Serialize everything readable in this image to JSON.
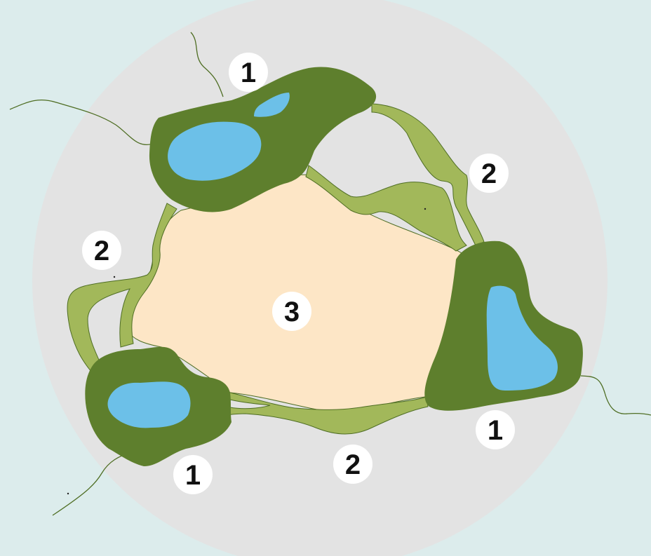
{
  "colors": {
    "background": "#dcecec",
    "circle": "#e3e3e3",
    "core_patch": "#5e7f2d",
    "corridor": "#a2b85a",
    "matrix": "#fde6c6",
    "water": "#6cc0e8",
    "stream": "#4f6e24",
    "label_bg": "#ffffff"
  },
  "labels": [
    {
      "id": "core-top",
      "text": "1"
    },
    {
      "id": "core-right",
      "text": "1"
    },
    {
      "id": "core-bottom-left",
      "text": "1"
    },
    {
      "id": "corridor-top-right",
      "text": "2"
    },
    {
      "id": "corridor-left",
      "text": "2"
    },
    {
      "id": "corridor-bottom",
      "text": "2"
    },
    {
      "id": "matrix-center",
      "text": "3"
    }
  ]
}
